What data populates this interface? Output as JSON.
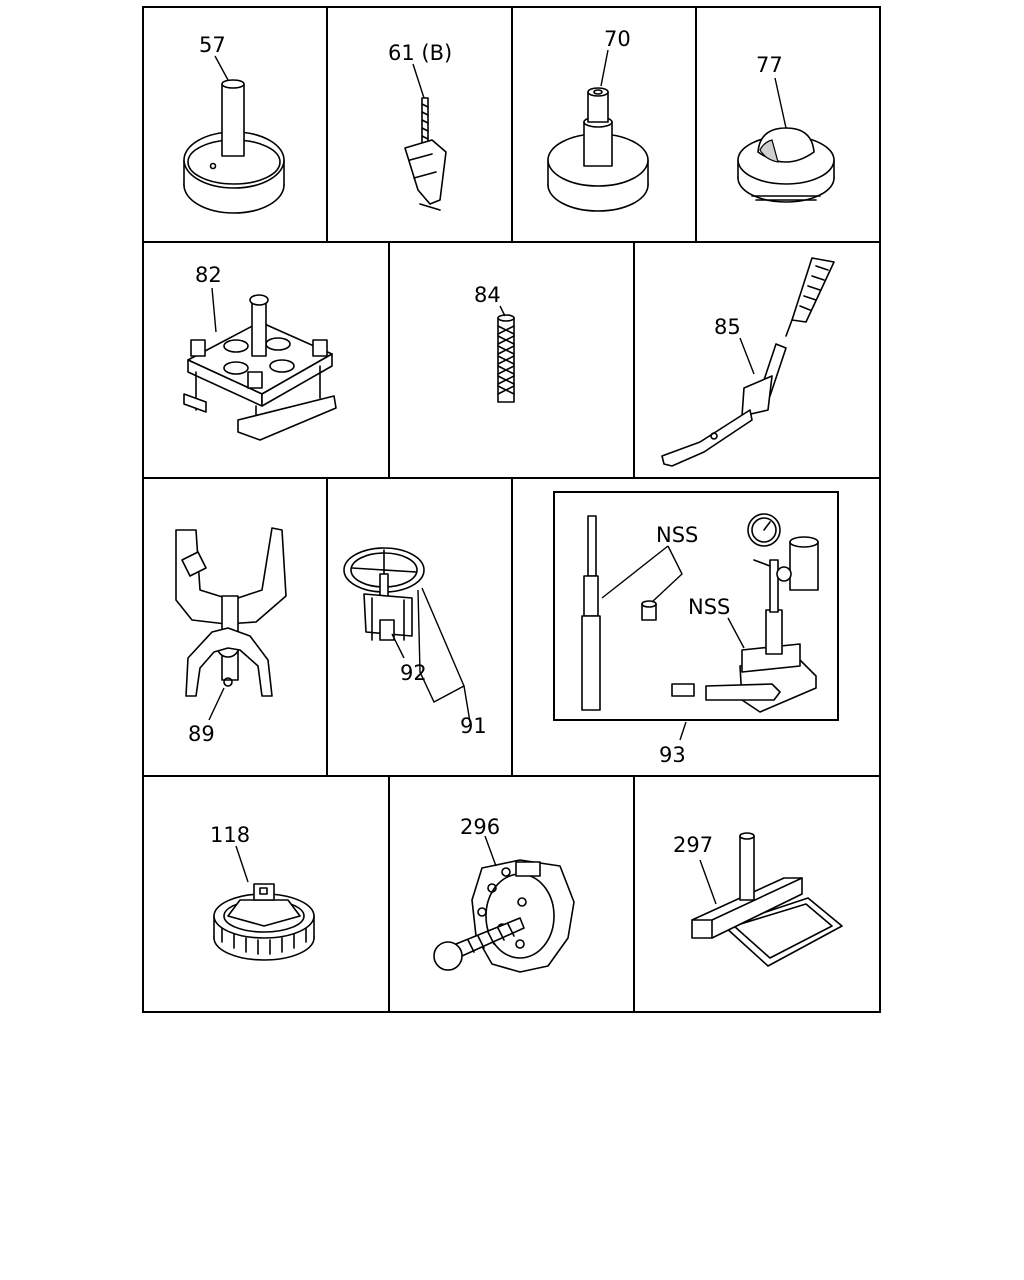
{
  "parts": [
    {
      "id": "57",
      "label": "57"
    },
    {
      "id": "61B",
      "label": "61 (B)"
    },
    {
      "id": "70",
      "label": "70"
    },
    {
      "id": "77",
      "label": "77"
    },
    {
      "id": "82",
      "label": "82"
    },
    {
      "id": "84",
      "label": "84"
    },
    {
      "id": "85",
      "label": "85"
    },
    {
      "id": "89",
      "label": "89"
    },
    {
      "id": "92",
      "label": "92"
    },
    {
      "id": "91",
      "label": "91"
    },
    {
      "id": "93",
      "label": "93"
    },
    {
      "id": "nss1",
      "label": "NSS"
    },
    {
      "id": "nss2",
      "label": "NSS"
    },
    {
      "id": "118",
      "label": "118"
    },
    {
      "id": "296",
      "label": "296"
    },
    {
      "id": "297",
      "label": "297"
    }
  ]
}
